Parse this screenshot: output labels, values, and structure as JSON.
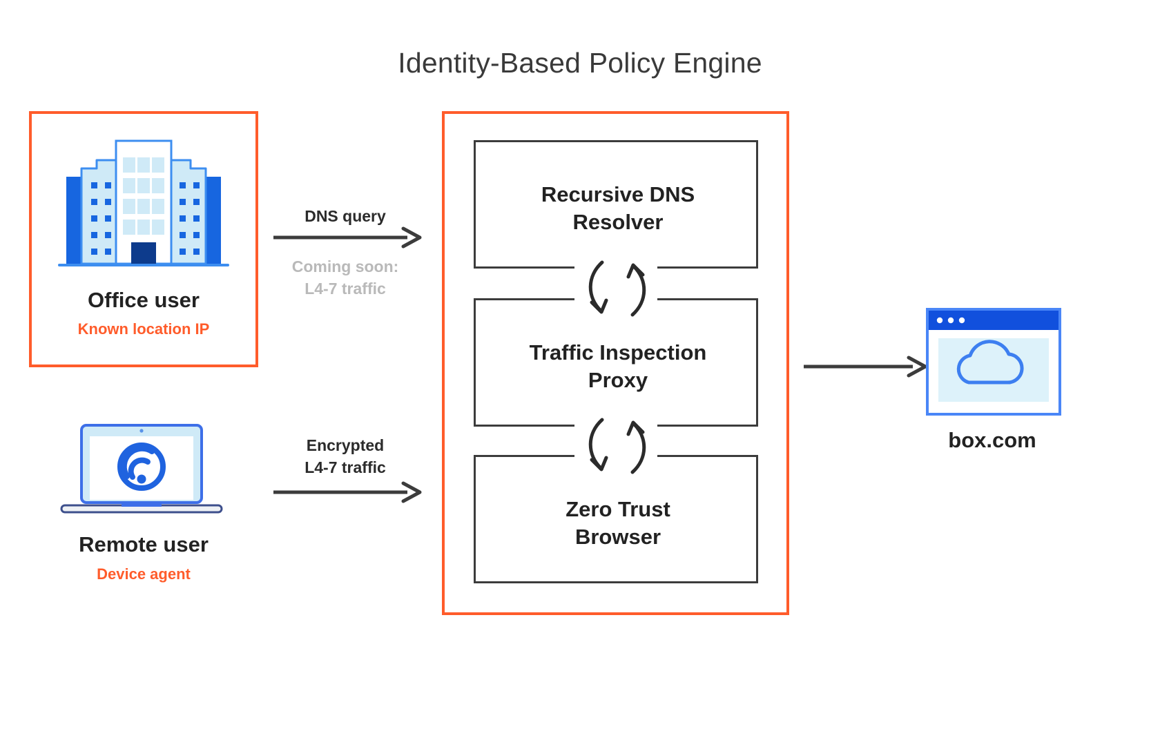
{
  "title": "Identity-Based Policy Engine",
  "colors": {
    "accent_orange": "#ff5c2b",
    "dark_line": "#3c3c3c",
    "muted_gray": "#b9b9b9",
    "icon_blue": "#2464e8",
    "icon_blue_light": "#cfeaf7",
    "icon_blue_dark": "#0d3b8c",
    "text_dark": "#222222"
  },
  "sources": [
    {
      "id": "office",
      "label": "Office user",
      "sublabel": "Known location IP",
      "icon": "office-building-icon",
      "framed": true
    },
    {
      "id": "remote",
      "label": "Remote user",
      "sublabel": "Device agent",
      "icon": "laptop-wifi-icon",
      "framed": false
    }
  ],
  "connectors": [
    {
      "id": "dns-query",
      "label": "DNS query",
      "note": "Coming soon:\nL4-7 traffic",
      "note_line1": "Coming soon:",
      "note_line2": "L4-7 traffic",
      "muted_note": true
    },
    {
      "id": "encrypted-traffic",
      "label_line1": "Encrypted",
      "label_line2": "L4-7 traffic",
      "muted_note": false
    }
  ],
  "engine": {
    "title": "Identity-Based Policy Engine",
    "boxes": [
      {
        "id": "recursive-dns-resolver",
        "line1": "Recursive DNS",
        "line2": "Resolver"
      },
      {
        "id": "traffic-inspection-proxy",
        "line1": "Traffic Inspection",
        "line2": "Proxy"
      },
      {
        "id": "zero-trust-browser",
        "line1": "Zero Trust",
        "line2": "Browser"
      }
    ],
    "loop_connectors": [
      {
        "id": "loop-dns-proxy",
        "direction": "bidirectional"
      },
      {
        "id": "loop-proxy-browser",
        "direction": "bidirectional"
      }
    ]
  },
  "destination": {
    "id": "box-com",
    "label": "box.com",
    "icon": "browser-window-cloud-icon"
  }
}
